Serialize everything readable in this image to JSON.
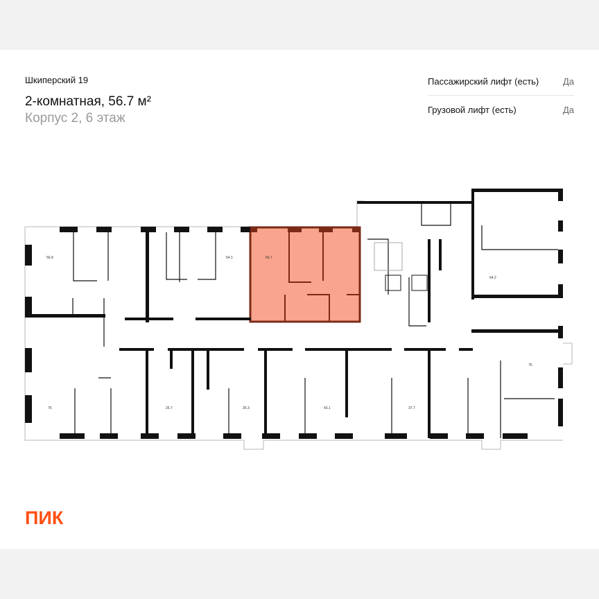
{
  "header": {
    "address": "Шкиперский 19",
    "title": "2-комнатная, 56.7 м²",
    "subtitle": "Корпус 2, 6 этаж"
  },
  "properties": [
    {
      "label": "Пассажирский лифт (есть)",
      "value": "Да"
    },
    {
      "label": "Грузовой лифт (есть)",
      "value": "Да"
    }
  ],
  "plan": {
    "highlight_color": "#f9a48e",
    "highlight_border": "#7b2a18",
    "apartments": [
      "56.8",
      "54.1",
      "56.7",
      "64.2",
      "75",
      "26.7",
      "35.3",
      "43.1",
      "37.7",
      "75"
    ]
  },
  "logo": "ПИК",
  "brand_color": "#ff4f12"
}
